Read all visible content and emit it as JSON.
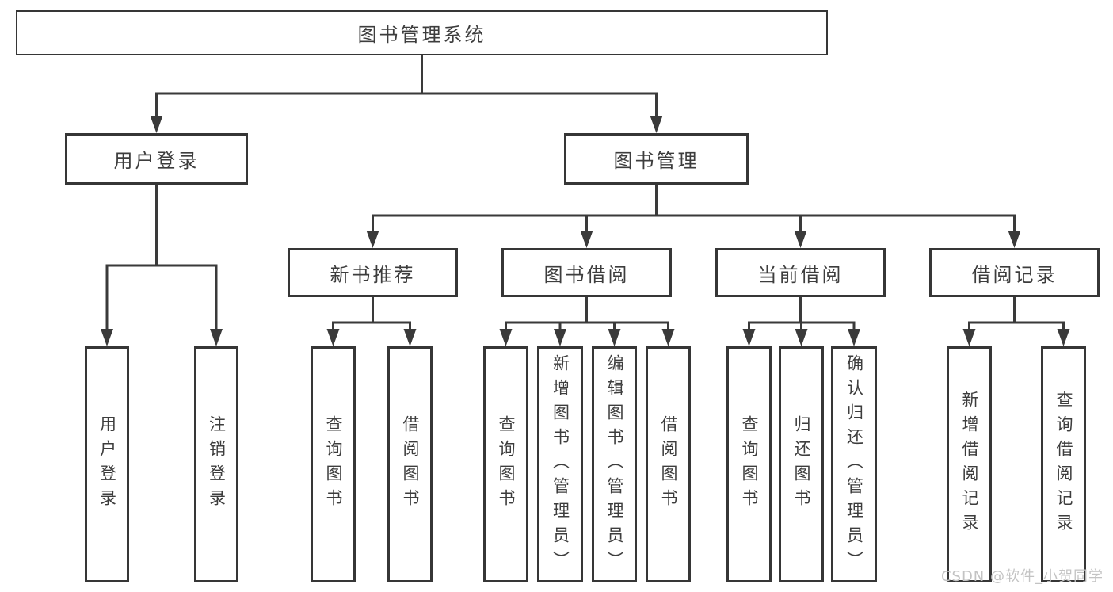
{
  "colors": {
    "line": "#3a3a3a",
    "box_border": "#363636",
    "text": "#3d3d3d",
    "watermark": "#c3c3c3",
    "background": "#ffffff"
  },
  "watermark": {
    "text": "CSDN @软件_小贺同学"
  },
  "tree": {
    "root": {
      "label": "图书管理系统",
      "children": [
        {
          "label": "用户登录",
          "children": [
            {
              "label": "用户登录"
            },
            {
              "label": "注销登录"
            }
          ]
        },
        {
          "label": "图书管理",
          "children": [
            {
              "label": "新书推荐",
              "children": [
                {
                  "label": "查询图书"
                },
                {
                  "label": "借阅图书"
                }
              ]
            },
            {
              "label": "图书借阅",
              "children": [
                {
                  "label": "查询图书"
                },
                {
                  "label": "新增图书（管理员）"
                },
                {
                  "label": "编辑图书（管理员）"
                },
                {
                  "label": "借阅图书"
                }
              ]
            },
            {
              "label": "当前借阅",
              "children": [
                {
                  "label": "查询图书"
                },
                {
                  "label": "归还图书"
                },
                {
                  "label": "确认归还（管理员）"
                }
              ]
            },
            {
              "label": "借阅记录",
              "children": [
                {
                  "label": "新增借阅记录"
                },
                {
                  "label": "查询借阅记录"
                }
              ]
            }
          ]
        }
      ]
    }
  }
}
